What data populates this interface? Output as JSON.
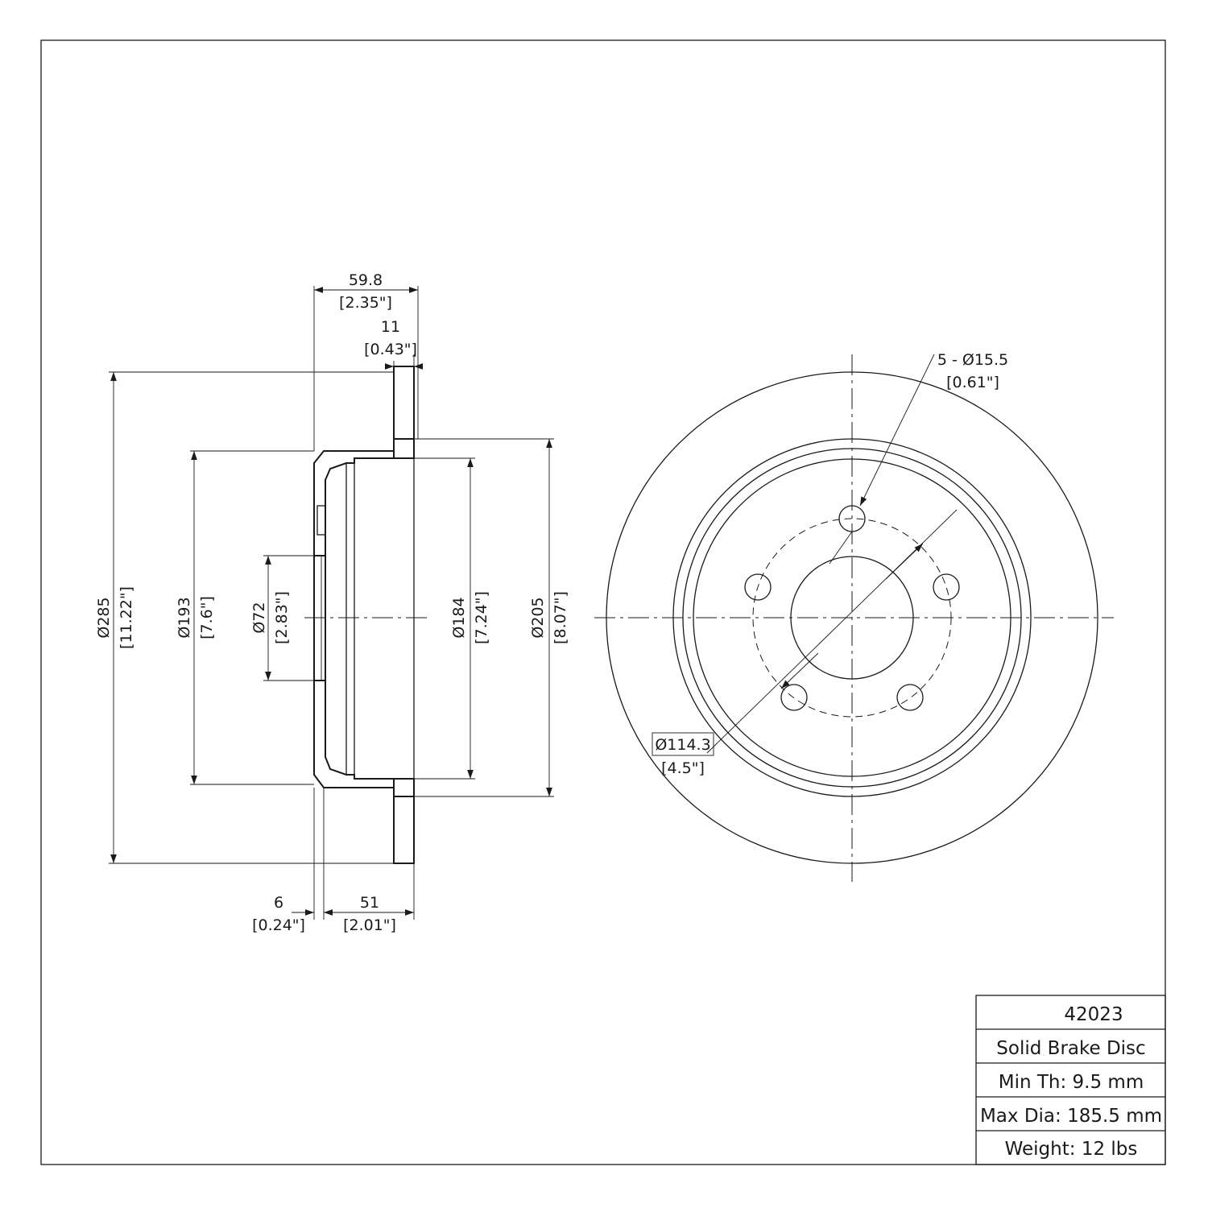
{
  "colors": {
    "ink": "#1a1a1a",
    "background": "#ffffff",
    "hatch_fill": "#ffffff"
  },
  "side_view": {
    "overall_width": {
      "value": "59.8",
      "inch": "[2.35\"]"
    },
    "disc_thickness": {
      "value": "11",
      "inch": "[0.43\"]"
    },
    "outer_diameter": {
      "value": "Ø285",
      "inch": "[11.22\"]"
    },
    "hat_outer_diameter": {
      "value": "Ø193",
      "inch": "[7.6\"]"
    },
    "center_bore": {
      "value": "Ø72",
      "inch": "[2.83\"]"
    },
    "drum_inner_diameter": {
      "value": "Ø184",
      "inch": "[7.24\"]"
    },
    "friction_inner_diameter": {
      "value": "Ø205",
      "inch": "[8.07\"]"
    },
    "hub_offset": {
      "value": "6",
      "inch": "[0.24\"]"
    },
    "hat_height": {
      "value": "51",
      "inch": "[2.01\"]"
    }
  },
  "front_view": {
    "bolt_holes": {
      "value": "5 - Ø15.5",
      "inch": "[0.61\"]"
    },
    "bolt_circle": {
      "value": "Ø114.3",
      "inch": "[4.5\"]"
    }
  },
  "title_block": {
    "part_number": "42023",
    "description": "Solid Brake Disc",
    "min_thickness": "Min Th: 9.5 mm",
    "max_diameter": "Max Dia: 185.5 mm",
    "weight": "Weight: 12 lbs"
  }
}
